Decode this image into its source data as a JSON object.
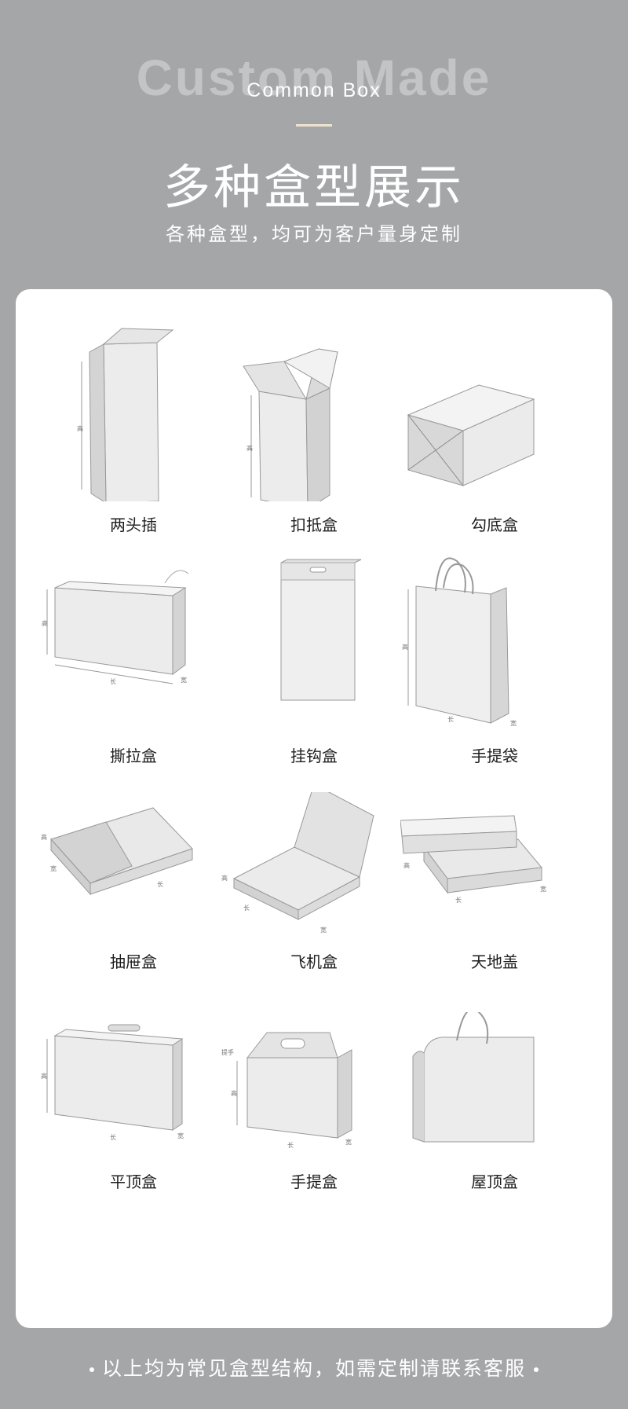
{
  "header": {
    "bg_title": "Custom Made",
    "fg_title": "Common Box",
    "main_title": "多种盒型展示",
    "subtitle": "各种盒型，均可为客户量身定制"
  },
  "boxes": [
    {
      "label": "两头插",
      "icon": "tuck-end-box-icon"
    },
    {
      "label": "扣抵盒",
      "icon": "lock-bottom-box-icon"
    },
    {
      "label": "勾底盒",
      "icon": "hook-bottom-box-icon"
    },
    {
      "label": "撕拉盒",
      "icon": "tear-strip-box-icon"
    },
    {
      "label": "挂钩盒",
      "icon": "hanger-box-icon"
    },
    {
      "label": "手提袋",
      "icon": "paper-bag-icon"
    },
    {
      "label": "抽屉盒",
      "icon": "drawer-box-icon"
    },
    {
      "label": "飞机盒",
      "icon": "mailer-box-icon"
    },
    {
      "label": "天地盖",
      "icon": "lid-base-box-icon"
    },
    {
      "label": "平顶盒",
      "icon": "flat-top-box-icon"
    },
    {
      "label": "手提盒",
      "icon": "handle-box-icon"
    },
    {
      "label": "屋顶盒",
      "icon": "gable-top-box-icon"
    }
  ],
  "dimensions": {
    "height": "高",
    "length": "长",
    "width": "宽",
    "handle": "提手"
  },
  "footer": {
    "text": "以上均为常见盒型结构，如需定制请联系客服"
  },
  "colors": {
    "background": "#a5a6a8",
    "panel": "#ffffff",
    "divider": "#efe3cf"
  }
}
